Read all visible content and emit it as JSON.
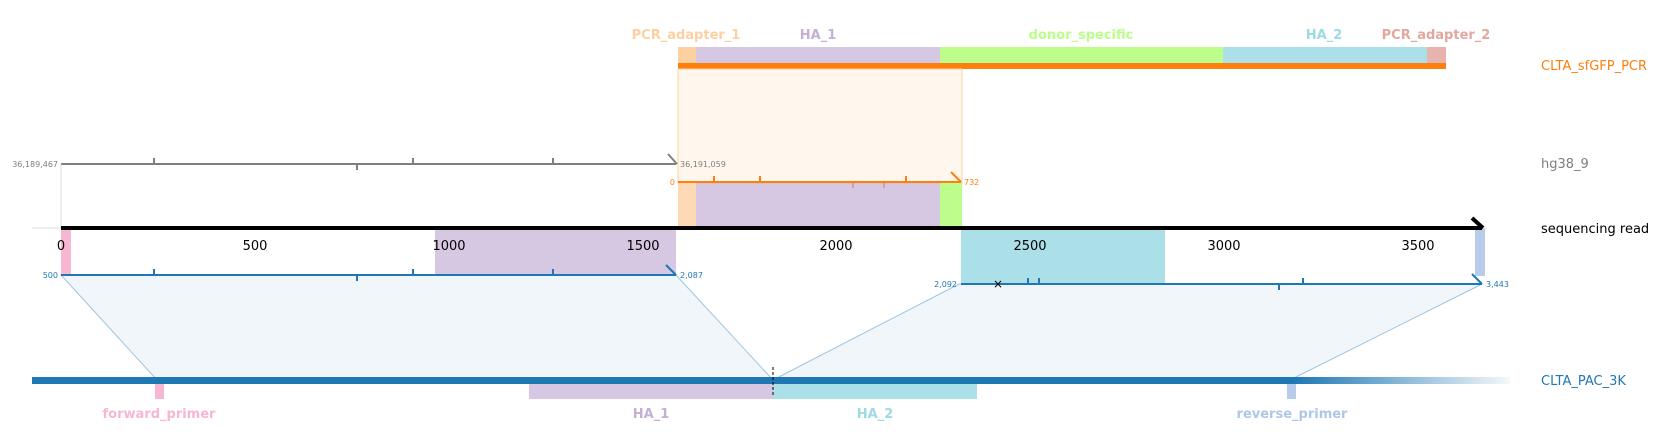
{
  "tracks": {
    "pcr": {
      "label": "CLTA_sfGFP_PCR",
      "color": "#ff7f0e"
    },
    "genome": {
      "label": "hg38_9",
      "color": "#7f7f7f"
    },
    "read": {
      "label": "sequencing read",
      "color": "#000000"
    },
    "plasmid": {
      "label": "CLTA_PAC_3K",
      "color": "#1f77b4"
    }
  },
  "read_axis": {
    "ticks": [
      "0",
      "500",
      "1000",
      "1500",
      "2000",
      "2500",
      "3000",
      "3500"
    ]
  },
  "alignments": {
    "genome_start": "36,189,467",
    "genome_end": "36,191,059",
    "pcr_start": "0",
    "pcr_end": "732",
    "plasmid_left_start": "500",
    "plasmid_left_end": "2,087",
    "plasmid_right_start": "2,092",
    "plasmid_right_end": "3,443"
  },
  "features": {
    "pcr_adapter_1": {
      "label": "PCR_adapter_1",
      "color": "#fdd0a2"
    },
    "ha_1": {
      "label": "HA_1",
      "color": "#c5b0d5"
    },
    "donor_specific": {
      "label": "donor_specific",
      "color": "#bcfd8c"
    },
    "ha_2": {
      "label": "HA_2",
      "color": "#9edae5"
    },
    "pcr_adapter_2": {
      "label": "PCR_adapter_2",
      "color": "#e2a79f"
    },
    "forward_primer": {
      "label": "forward_primer",
      "color": "#f7b6d2"
    },
    "reverse_primer": {
      "label": "reverse_primer",
      "color": "#aec7e8"
    }
  },
  "plasmid_features": {
    "ha_1": {
      "label": "HA_1"
    },
    "ha_2": {
      "label": "HA_2"
    }
  }
}
